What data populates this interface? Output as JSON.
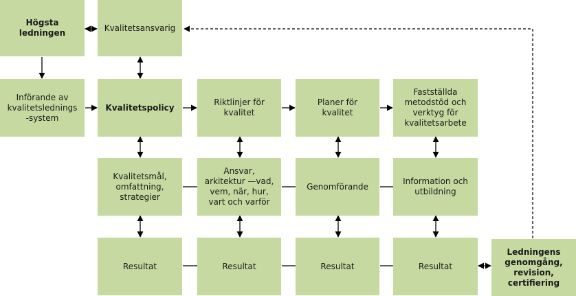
{
  "colors": {
    "box_fill": "#c5d9a0",
    "line": "#000000",
    "background": "#ffffff"
  },
  "boxes": {
    "hogsta_ledningen": "Högsta\nledningen",
    "kvalitetsansvarig": "Kvalitetsansvarig",
    "inforande": "Införande av\nkvalitetslednings\n-system",
    "kvalitetspolicy": "Kvalitetspolicy",
    "riktlinjer": "Riktlinjer för\nkvalitet",
    "planer": "Planer för\nkvalitet",
    "faststallda": "Fastställda\nmetodstöd och\nverktyg för\nkvalitetsarbete",
    "kvalitetsmal": "Kvalitetsmål,\nomfattning,\nstrategier",
    "ansvar": "Ansvar,\narkitektur —vad,\nvem, när, hur,\nvart och varför",
    "genomforande": "Genomförande",
    "information": "Information och\nutbildning",
    "resultat_1": "Resultat",
    "resultat_2": "Resultat",
    "resultat_3": "Resultat",
    "resultat_4": "Resultat",
    "ledningens_genomgang": "Ledningens\ngenomgång,\nrevision,\ncertifiering"
  }
}
